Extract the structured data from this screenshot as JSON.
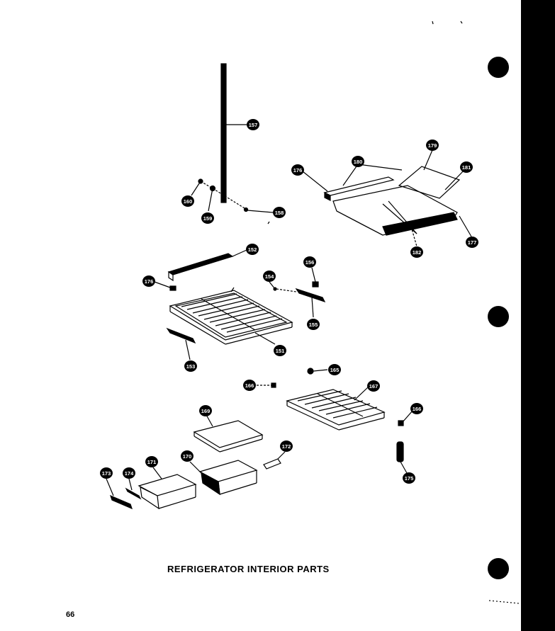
{
  "title": "REFRIGERATOR INTERIOR PARTS",
  "page_number": "66",
  "callouts": [
    {
      "id": "c157",
      "label": "157"
    },
    {
      "id": "c160",
      "label": "160"
    },
    {
      "id": "c159",
      "label": "159"
    },
    {
      "id": "c158",
      "label": "158"
    },
    {
      "id": "c176a",
      "label": "176"
    },
    {
      "id": "c180",
      "label": "180"
    },
    {
      "id": "c179",
      "label": "179"
    },
    {
      "id": "c181",
      "label": "181"
    },
    {
      "id": "c177",
      "label": "177"
    },
    {
      "id": "c182",
      "label": "182"
    },
    {
      "id": "c152",
      "label": "152"
    },
    {
      "id": "c176b",
      "label": "176"
    },
    {
      "id": "c154",
      "label": "154"
    },
    {
      "id": "c156",
      "label": "156"
    },
    {
      "id": "c155",
      "label": "155"
    },
    {
      "id": "c151",
      "label": "151"
    },
    {
      "id": "c153",
      "label": "153"
    },
    {
      "id": "c165",
      "label": "165"
    },
    {
      "id": "c166a",
      "label": "166"
    },
    {
      "id": "c167",
      "label": "167"
    },
    {
      "id": "c166b",
      "label": "166"
    },
    {
      "id": "c169",
      "label": "169"
    },
    {
      "id": "c171",
      "label": "171"
    },
    {
      "id": "c170",
      "label": "170"
    },
    {
      "id": "c172",
      "label": "172"
    },
    {
      "id": "c173",
      "label": "173"
    },
    {
      "id": "c174",
      "label": "174"
    },
    {
      "id": "c175",
      "label": "175"
    }
  ]
}
